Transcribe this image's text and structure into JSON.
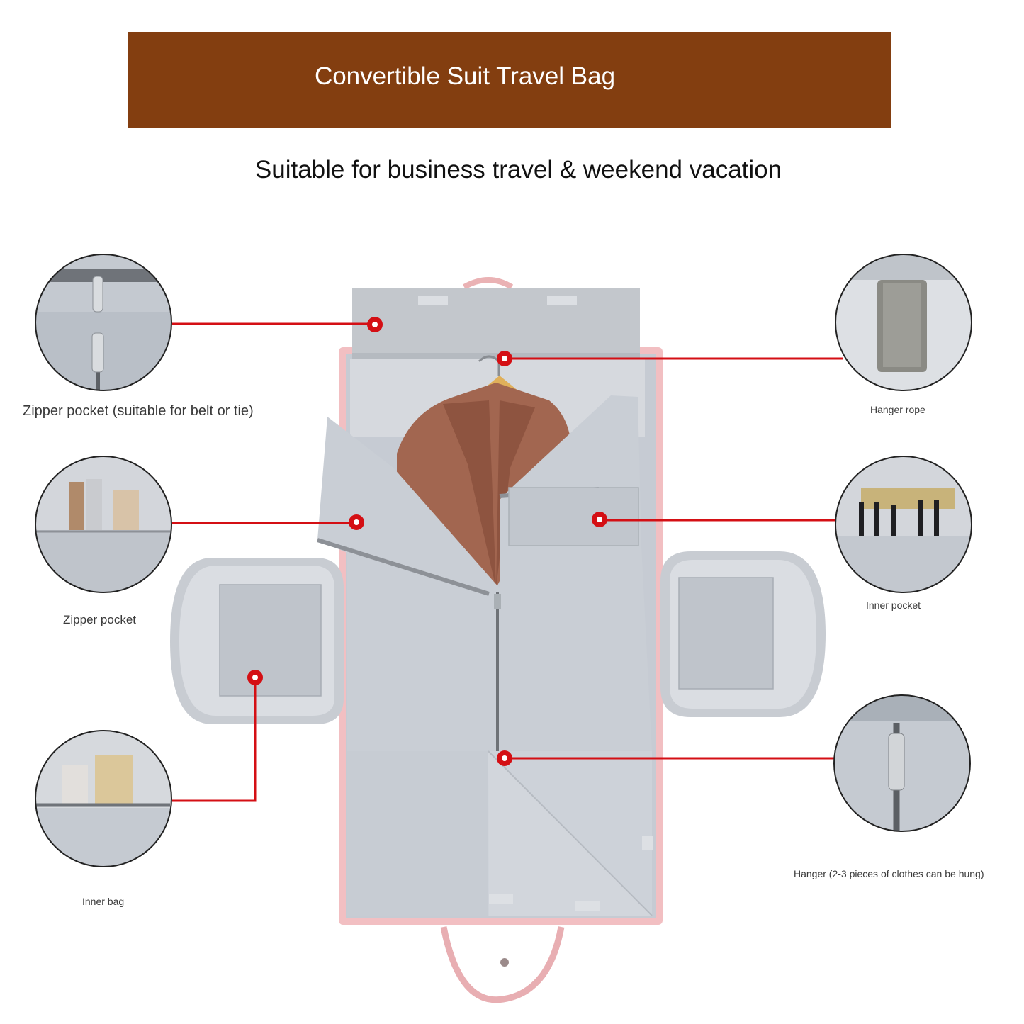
{
  "header": {
    "title": "Convertible Suit Travel Bag",
    "subtitle": "Suitable for business travel & weekend vacation"
  },
  "callouts": [
    {
      "id": "zipper-pocket-belt",
      "label": "Zipper pocket (suitable for belt or tie)"
    },
    {
      "id": "zipper-pocket",
      "label": "Zipper pocket"
    },
    {
      "id": "inner-bag",
      "label": "Inner bag"
    },
    {
      "id": "hanger-rope",
      "label": "Hanger rope"
    },
    {
      "id": "inner-pocket",
      "label": "Inner pocket"
    },
    {
      "id": "hanger",
      "label": "Hanger (2-3 pieces of clothes can be hung)"
    }
  ],
  "colors": {
    "banner": "#833e10",
    "leader_line": "#d40f14",
    "bag_lining": "#c7ccd4",
    "bag_trim": "#f0b8bc",
    "coat": "#a26650"
  }
}
